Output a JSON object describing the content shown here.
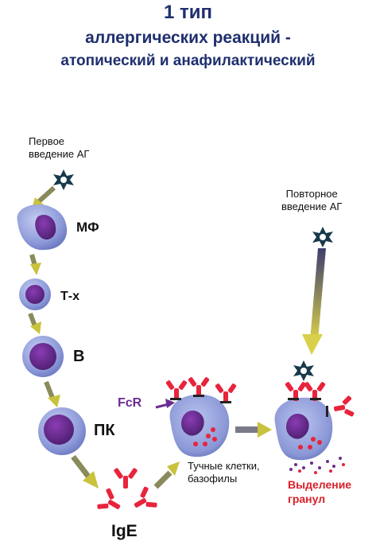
{
  "title": {
    "line1": "1 тип",
    "line2": "аллергических реакций -",
    "line3": "атопический и анафилактический"
  },
  "labels": {
    "first_intro": [
      "Первое",
      "введение АГ"
    ],
    "repeat_intro": [
      "Повторное",
      "введение АГ"
    ],
    "macrophage": "МФ",
    "t_helper": "Т-х",
    "b_cell": "В",
    "plasma_cell": "ПК",
    "fcr": "FcR",
    "mast_cells": [
      "Тучные клетки,",
      "базофилы"
    ],
    "granule_release": [
      "Выделение",
      "гранул"
    ],
    "ige": "IgE"
  },
  "colors": {
    "title": "#1f2f6e",
    "cell_fill": "#8d9ad9",
    "nucleus": "#6a2d90",
    "antibody": "#e8243c",
    "antigen": "#173a4c",
    "arrow": "#c9c23c",
    "fcr_label": "#6a2d90",
    "granule_label": "#d8202a"
  }
}
